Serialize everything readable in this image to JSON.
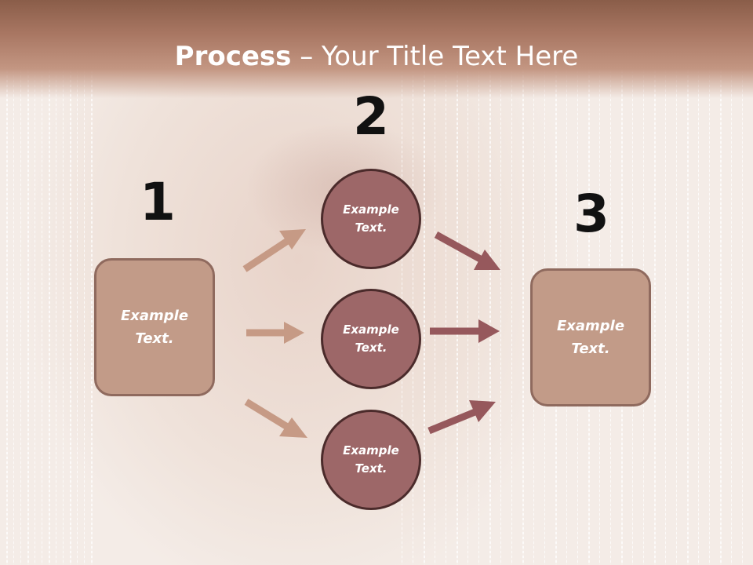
{
  "title": {
    "bold": "Process",
    "separator": " – ",
    "rest": "Your Title Text Here"
  },
  "steps": {
    "one": {
      "number": "1",
      "label_line1": "Example",
      "label_line2": "Text."
    },
    "two": {
      "number": "2"
    },
    "three": {
      "number": "3",
      "label_line1": "Example",
      "label_line2": "Text."
    }
  },
  "circles": [
    {
      "line1": "Example",
      "line2": "Text."
    },
    {
      "line1": "Example",
      "line2": "Text."
    },
    {
      "line1": "Example",
      "line2": "Text."
    }
  ],
  "colors": {
    "box_fill": "#c29b88",
    "circle_fill": "#9d6768",
    "arrow_light": "#c69a85",
    "arrow_dark": "#96585c"
  }
}
